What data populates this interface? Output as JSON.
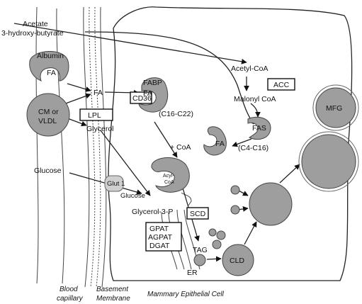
{
  "diagram": {
    "inputs": {
      "acetate": "Acetate",
      "hydroxybutyrate": "3-hydroxy-butyrate",
      "glucose": "Glucose"
    },
    "albumin": {
      "label": "Albumin",
      "fa": "FA"
    },
    "lipoprotein": {
      "line1": "CM or",
      "line2": "VLDL"
    },
    "blood": {
      "fa": "FA",
      "lpl": "LPL",
      "glycerol": "Glycerol"
    },
    "transporters": {
      "cd36": "CD36",
      "glut1": "Glut 1"
    },
    "cell": {
      "fabp": "FABP",
      "fabp_fa": "FA",
      "chain_long": "(C16-C22)",
      "acetyl_coa": "Acetyl-CoA",
      "acc": "ACC",
      "malonyl_coa": "Malonyl CoA",
      "fas": "FAS",
      "fas_fa": "FA",
      "chain_medium": "(C4-C16)",
      "plus_coa": "+ CoA",
      "acyl_coa_1": "Acyl-",
      "acyl_coa_2": "CoA",
      "glucose_in": "Glucose",
      "glycerol_3p": "Glycerol-3-P",
      "scd": "SCD",
      "gpat": "GPAT",
      "agpat": "AGPAT",
      "dgat": "DGAT",
      "tag": "TAG",
      "er": "ER",
      "cld": "CLD",
      "mfg": "MFG"
    },
    "captions": {
      "blood_1": "Blood",
      "blood_2": "capillary",
      "membrane_1": "Basement",
      "membrane_2": "Membrane",
      "cell": "Mammary Epithelial Cell"
    }
  }
}
